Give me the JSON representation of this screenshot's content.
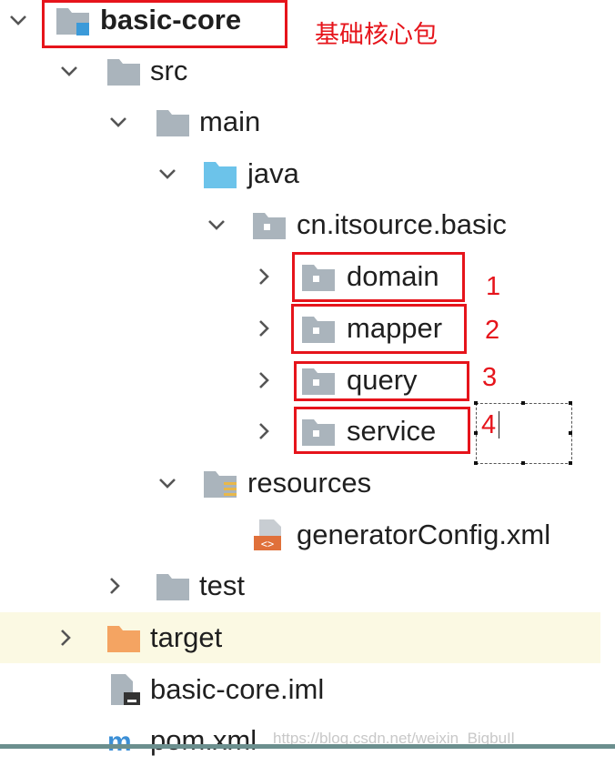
{
  "tree": {
    "items": [
      {
        "label": "basic-core",
        "expanded": true,
        "icon": "module-folder-icon"
      },
      {
        "label": "src",
        "expanded": true,
        "icon": "folder-icon"
      },
      {
        "label": "main",
        "expanded": true,
        "icon": "folder-icon"
      },
      {
        "label": "java",
        "expanded": true,
        "icon": "source-root-folder-icon"
      },
      {
        "label": "cn.itsource.basic",
        "expanded": true,
        "icon": "package-icon"
      },
      {
        "label": "domain",
        "expanded": false,
        "icon": "package-icon"
      },
      {
        "label": "mapper",
        "expanded": false,
        "icon": "package-icon"
      },
      {
        "label": "query",
        "expanded": false,
        "icon": "package-icon"
      },
      {
        "label": "service",
        "expanded": false,
        "icon": "package-icon"
      },
      {
        "label": "resources",
        "expanded": true,
        "icon": "resources-folder-icon"
      },
      {
        "label": "generatorConfig.xml",
        "icon": "xml-file-icon"
      },
      {
        "label": "test",
        "expanded": false,
        "icon": "folder-icon"
      },
      {
        "label": "target",
        "expanded": false,
        "icon": "excluded-folder-icon"
      },
      {
        "label": "basic-core.iml",
        "icon": "iml-file-icon"
      },
      {
        "label": "pom.xml",
        "icon": "maven-file-icon"
      }
    ]
  },
  "annotations": {
    "module_note": "基础核心包",
    "num1": "1",
    "num2": "2",
    "num3": "3",
    "num4": "4"
  },
  "watermark": "https://blog.csdn.net/weixin_BigbuIl",
  "colors": {
    "annotation_red": "#e6141b",
    "folder_gray": "#aab4bc",
    "source_blue": "#6cc3ea",
    "excluded_orange": "#f4a462",
    "highlight_row": "#fbf9e3"
  }
}
